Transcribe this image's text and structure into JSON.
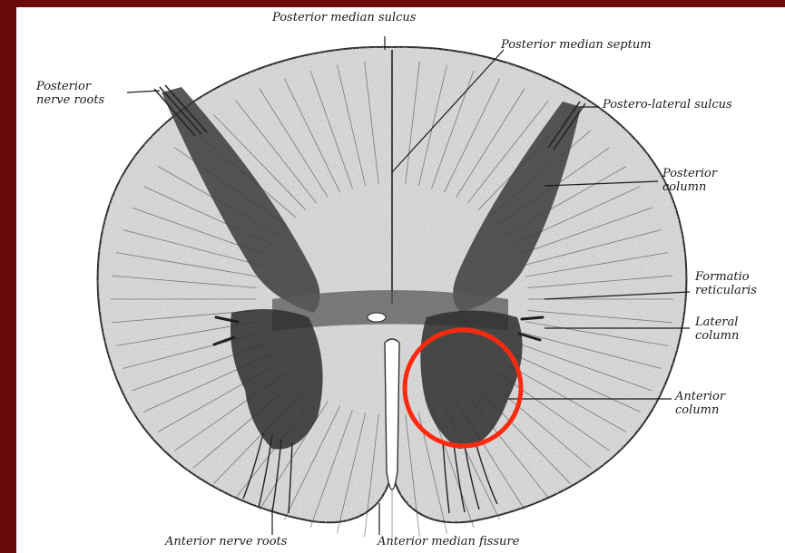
{
  "colors": {
    "frame": "#6b0a0a",
    "paper": "#ffffff",
    "tissue": "#d4d4d4",
    "ink": "#1a1a1a",
    "highlight": "#ff2a10"
  },
  "labels": {
    "posterior_median_sulcus": "Posterior median sulcus",
    "posterior_median_septum": "Posterior median septum",
    "posterior_nerve_roots_line1": "Posterior",
    "posterior_nerve_roots_line2": "nerve roots",
    "postero_lateral_sulcus": "Postero-lateral sulcus",
    "posterior_column_line1": "Posterior",
    "posterior_column_line2": "column",
    "formatio_reticularis_line1": "Formatio",
    "formatio_reticularis_line2": "reticularis",
    "lateral_column_line1": "Lateral",
    "lateral_column_line2": "column",
    "anterior_column_line1": "Anterior",
    "anterior_column_line2": "column",
    "anterior_nerve_roots": "Anterior nerve roots",
    "anterior_median_fissure": "Anterior median fissure"
  }
}
